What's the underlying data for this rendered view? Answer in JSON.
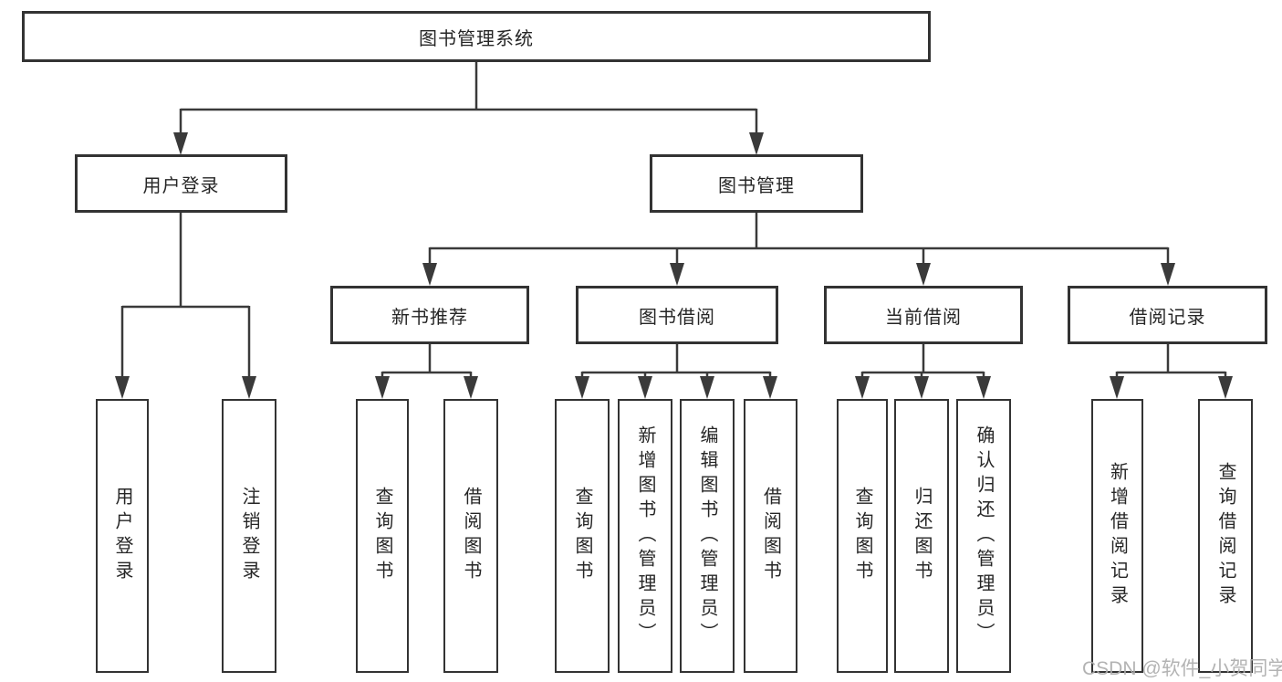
{
  "tree": {
    "label": "图书管理系统",
    "children": [
      {
        "label": "用户登录",
        "children": [
          {
            "label": "用户登录"
          },
          {
            "label": "注销登录"
          }
        ]
      },
      {
        "label": "图书管理",
        "children": [
          {
            "label": "新书推荐",
            "children": [
              {
                "label": "查询图书"
              },
              {
                "label": "借阅图书"
              }
            ]
          },
          {
            "label": "图书借阅",
            "children": [
              {
                "label": "查询图书"
              },
              {
                "label": "新增图书（管理员）"
              },
              {
                "label": "编辑图书（管理员）"
              },
              {
                "label": "借阅图书"
              }
            ]
          },
          {
            "label": "当前借阅",
            "children": [
              {
                "label": "查询图书"
              },
              {
                "label": "归还图书"
              },
              {
                "label": "确认归还（管理员）"
              }
            ]
          },
          {
            "label": "借阅记录",
            "children": [
              {
                "label": "新增借阅记录"
              },
              {
                "label": "查询借阅记录"
              }
            ]
          }
        ]
      }
    ]
  },
  "watermark": {
    "text": "CSDN @软件_小贺同学"
  },
  "colors": {
    "line": "#3a3a3a",
    "box_border": "#333333",
    "text": "#262626",
    "background": "#ffffff",
    "watermark": "#acacac"
  }
}
